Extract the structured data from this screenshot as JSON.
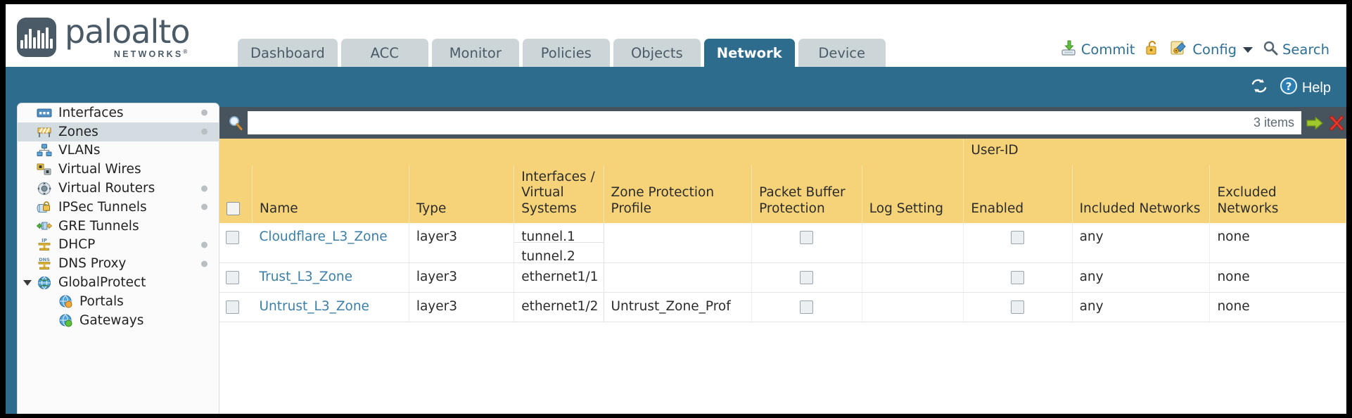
{
  "brand": {
    "name": "paloalto",
    "sub": "NETWORKS",
    "reg": "®"
  },
  "nav": {
    "tabs": [
      {
        "label": "Dashboard",
        "active": false
      },
      {
        "label": "ACC",
        "active": false
      },
      {
        "label": "Monitor",
        "active": false
      },
      {
        "label": "Policies",
        "active": false
      },
      {
        "label": "Objects",
        "active": false
      },
      {
        "label": "Network",
        "active": true
      },
      {
        "label": "Device",
        "active": false
      }
    ]
  },
  "header_tools": {
    "commit": "Commit",
    "commit_icon": "save-disk-green-arrow-icon",
    "lock_icon": "padlock-unlocked-icon",
    "config": "Config",
    "config_icon": "wrench-key-icon",
    "search": "Search",
    "search_icon": "magnifier-icon"
  },
  "subbar": {
    "refresh_icon": "refresh-icon",
    "help": "Help",
    "help_icon": "question-circle-icon"
  },
  "sidebar": {
    "items": [
      {
        "label": "Interfaces",
        "icon": "interfaces-icon",
        "selected": false,
        "dot": true,
        "child": false,
        "expander": false
      },
      {
        "label": "Zones",
        "icon": "zones-barrier-icon",
        "selected": true,
        "dot": true,
        "child": false,
        "expander": false
      },
      {
        "label": "VLANs",
        "icon": "vlans-network-icon",
        "selected": false,
        "dot": false,
        "child": false,
        "expander": false
      },
      {
        "label": "Virtual Wires",
        "icon": "virtual-wires-icon",
        "selected": false,
        "dot": false,
        "child": false,
        "expander": false
      },
      {
        "label": "Virtual Routers",
        "icon": "virtual-routers-icon",
        "selected": false,
        "dot": true,
        "child": false,
        "expander": false
      },
      {
        "label": "IPSec Tunnels",
        "icon": "ipsec-tunnel-lock-icon",
        "selected": false,
        "dot": true,
        "child": false,
        "expander": false
      },
      {
        "label": "GRE Tunnels",
        "icon": "gre-tunnel-icon",
        "selected": false,
        "dot": false,
        "child": false,
        "expander": false
      },
      {
        "label": "DHCP",
        "icon": "dhcp-ip-icon",
        "selected": false,
        "dot": true,
        "child": false,
        "expander": false
      },
      {
        "label": "DNS Proxy",
        "icon": "dns-proxy-icon",
        "selected": false,
        "dot": true,
        "child": false,
        "expander": false
      },
      {
        "label": "GlobalProtect",
        "icon": "globe-icon",
        "selected": false,
        "dot": false,
        "child": false,
        "expander": true
      },
      {
        "label": "Portals",
        "icon": "portals-icon",
        "selected": false,
        "dot": false,
        "child": true,
        "expander": false
      },
      {
        "label": "Gateways",
        "icon": "gateways-icon",
        "selected": false,
        "dot": false,
        "child": true,
        "expander": false
      }
    ]
  },
  "search": {
    "value": "",
    "placeholder": "",
    "items_count": "3 items",
    "apply_icon": "green-arrow-right-icon",
    "clear_icon": "red-x-icon"
  },
  "table": {
    "group_header": {
      "label": "User-ID",
      "span": 3
    },
    "columns": [
      "Name",
      "Type",
      "Interfaces / Virtual Systems",
      "Zone Protection Profile",
      "Packet Buffer Protection",
      "Log Setting",
      "Enabled",
      "Included Networks",
      "Excluded Networks"
    ],
    "rows": [
      {
        "name": "Cloudflare_L3_Zone",
        "type": "layer3",
        "interfaces": [
          "tunnel.1",
          "tunnel.2"
        ],
        "zone_protection_profile": "",
        "packet_buffer_protection": false,
        "log_setting": "",
        "enabled": false,
        "included_networks": "any",
        "excluded_networks": "none"
      },
      {
        "name": "Trust_L3_Zone",
        "type": "layer3",
        "interfaces": [
          "ethernet1/1"
        ],
        "zone_protection_profile": "",
        "packet_buffer_protection": false,
        "log_setting": "",
        "enabled": false,
        "included_networks": "any",
        "excluded_networks": "none"
      },
      {
        "name": "Untrust_L3_Zone",
        "type": "layer3",
        "interfaces": [
          "ethernet1/2"
        ],
        "zone_protection_profile": "Untrust_Zone_Prof",
        "packet_buffer_protection": false,
        "log_setting": "",
        "enabled": false,
        "included_networks": "any",
        "excluded_networks": "none"
      }
    ]
  },
  "colors": {
    "brand_blue": "#2e6c8e",
    "header_amber": "#f6d379",
    "group_amber": "#dfa92c",
    "link_blue": "#3b7fa8",
    "searchbar_slate": "#47545e"
  }
}
